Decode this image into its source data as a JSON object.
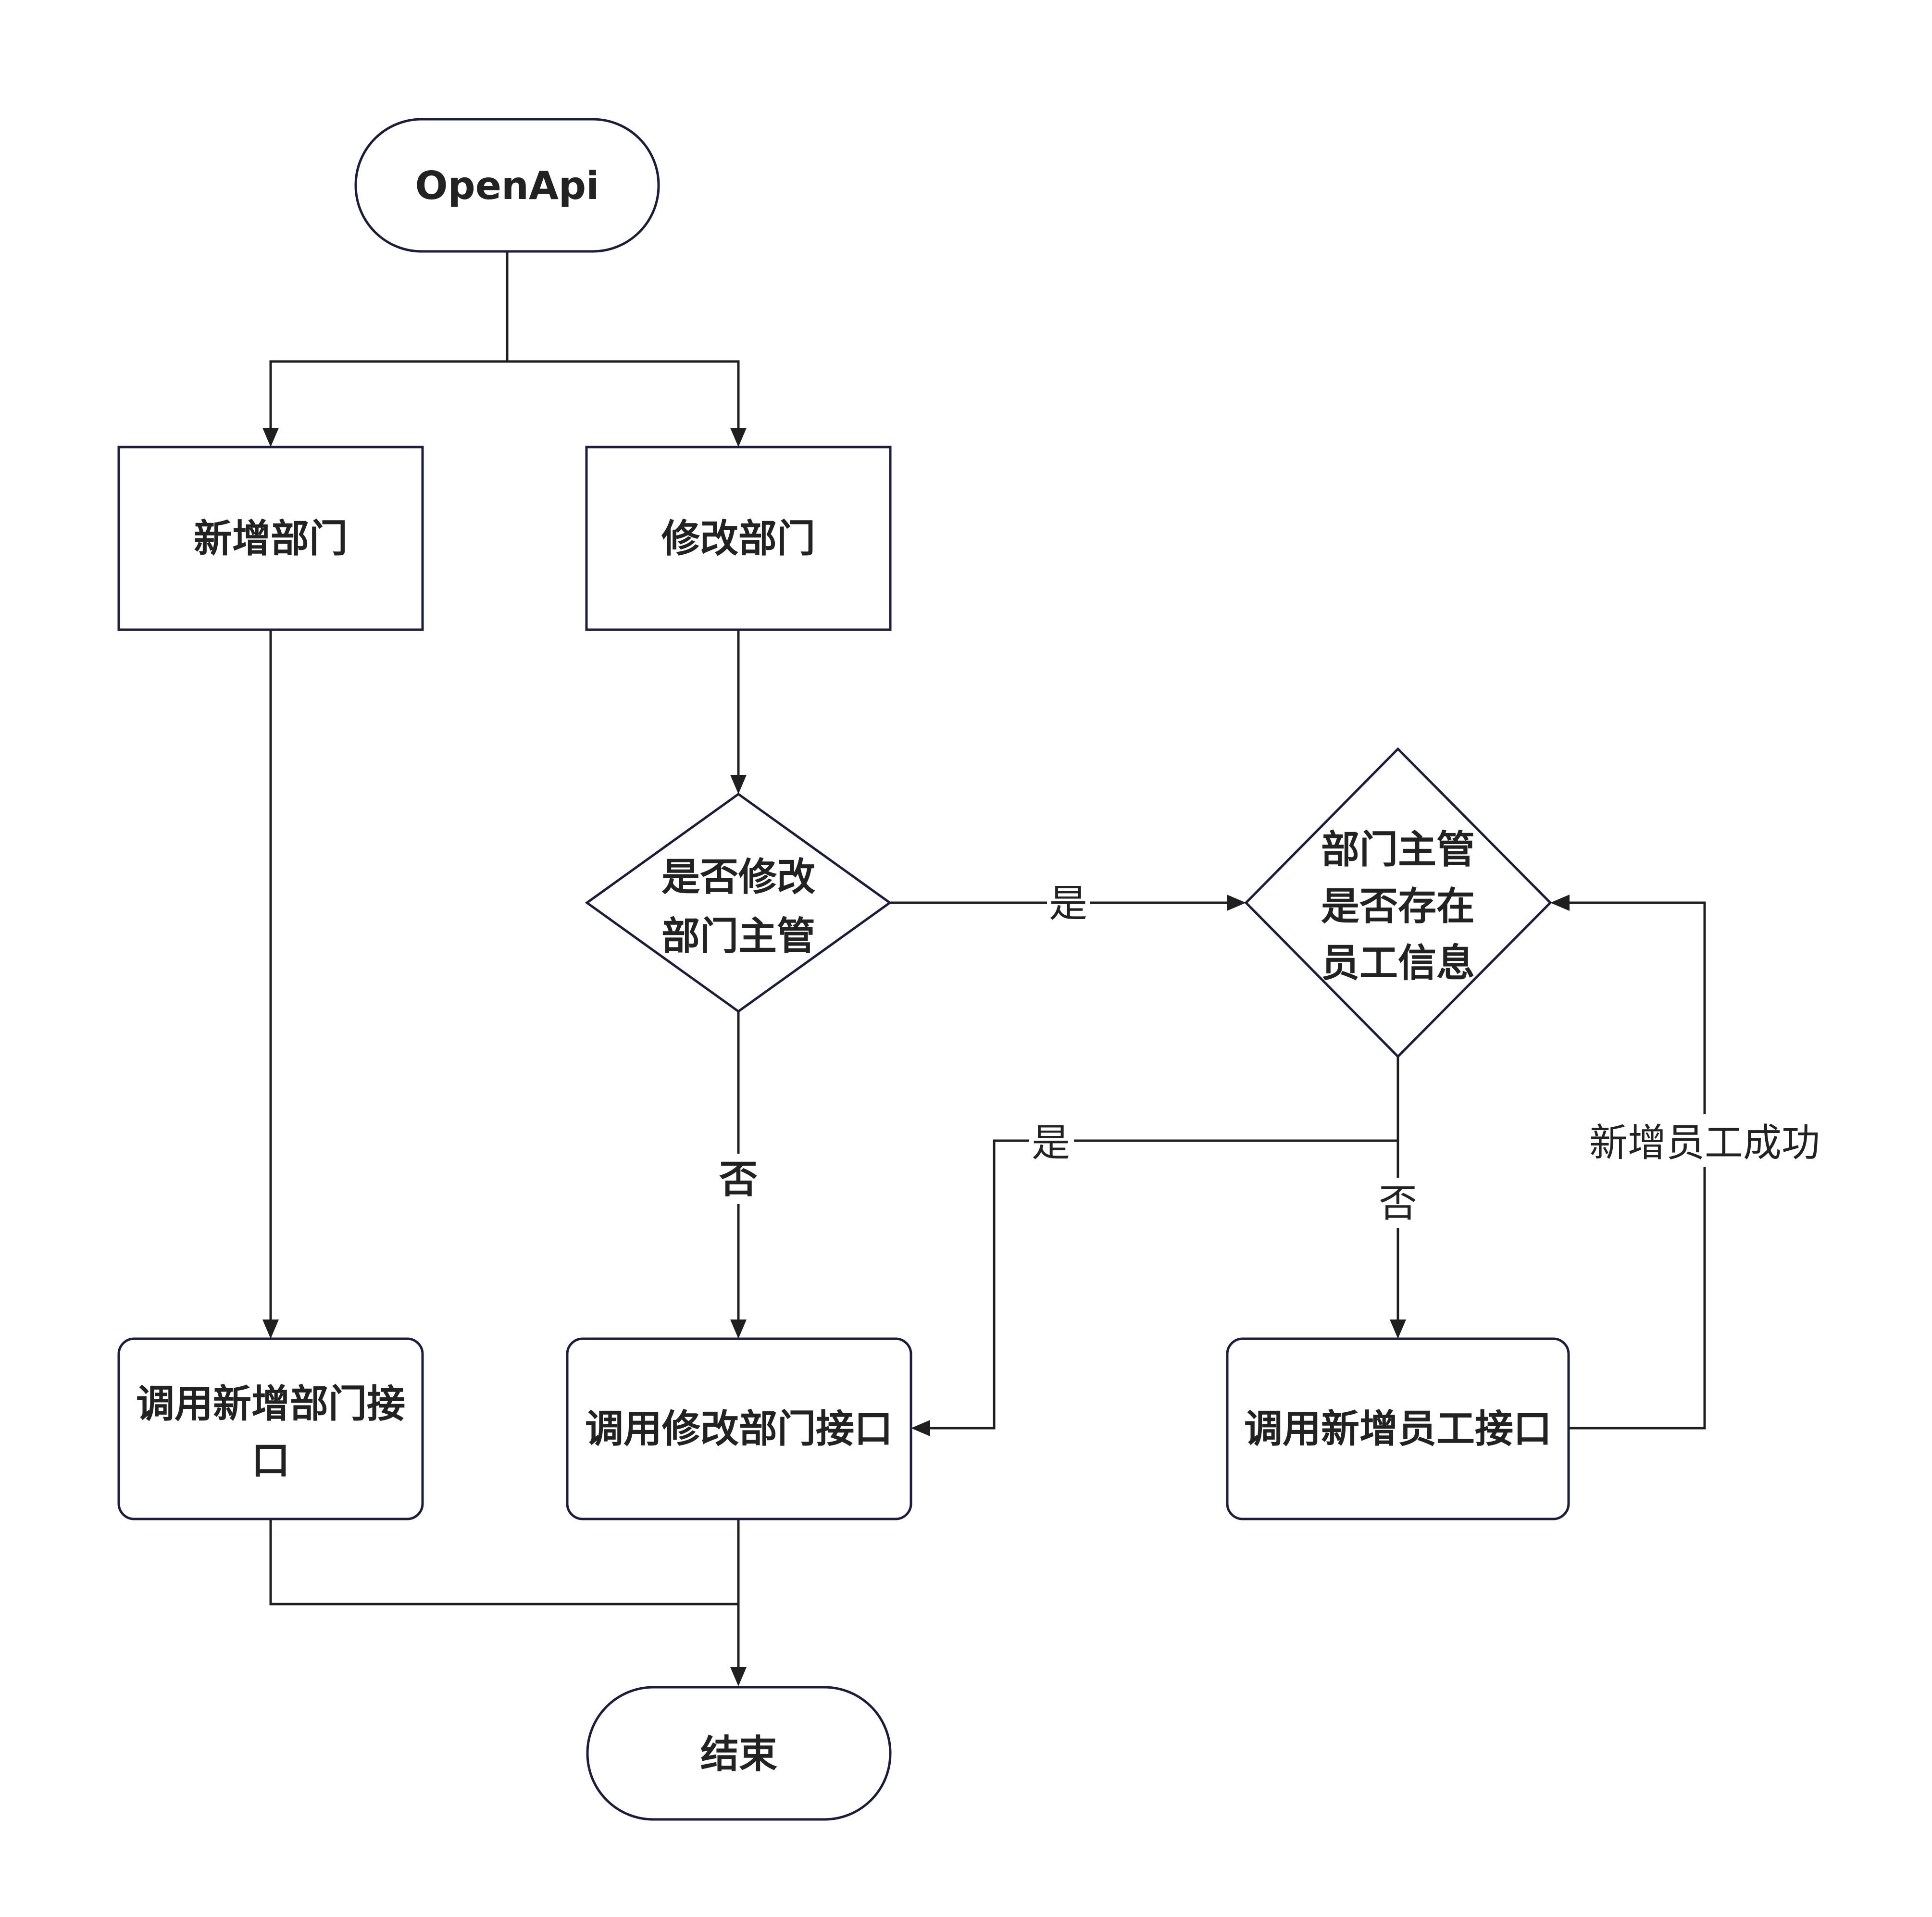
{
  "nodes": {
    "start": "OpenApi",
    "add_dept": "新增部门",
    "modify_dept": "修改部门",
    "decision_modify_manager_line1": "是否修改",
    "decision_modify_manager_line2": "部门主管",
    "decision_manager_exists_line1": "部门主管",
    "decision_manager_exists_line2": "是否存在",
    "decision_manager_exists_line3": "员工信息",
    "call_add_dept_line1": "调用新增部门接",
    "call_add_dept_line2": "口",
    "call_modify_dept": "调用修改部门接口",
    "call_add_employee": "调用新增员工接口",
    "end": "结束"
  },
  "edge_labels": {
    "modify_yes": "是",
    "modify_no": "否",
    "exists_yes": "是",
    "exists_no": "否",
    "add_employee_success": "新增员工成功"
  }
}
